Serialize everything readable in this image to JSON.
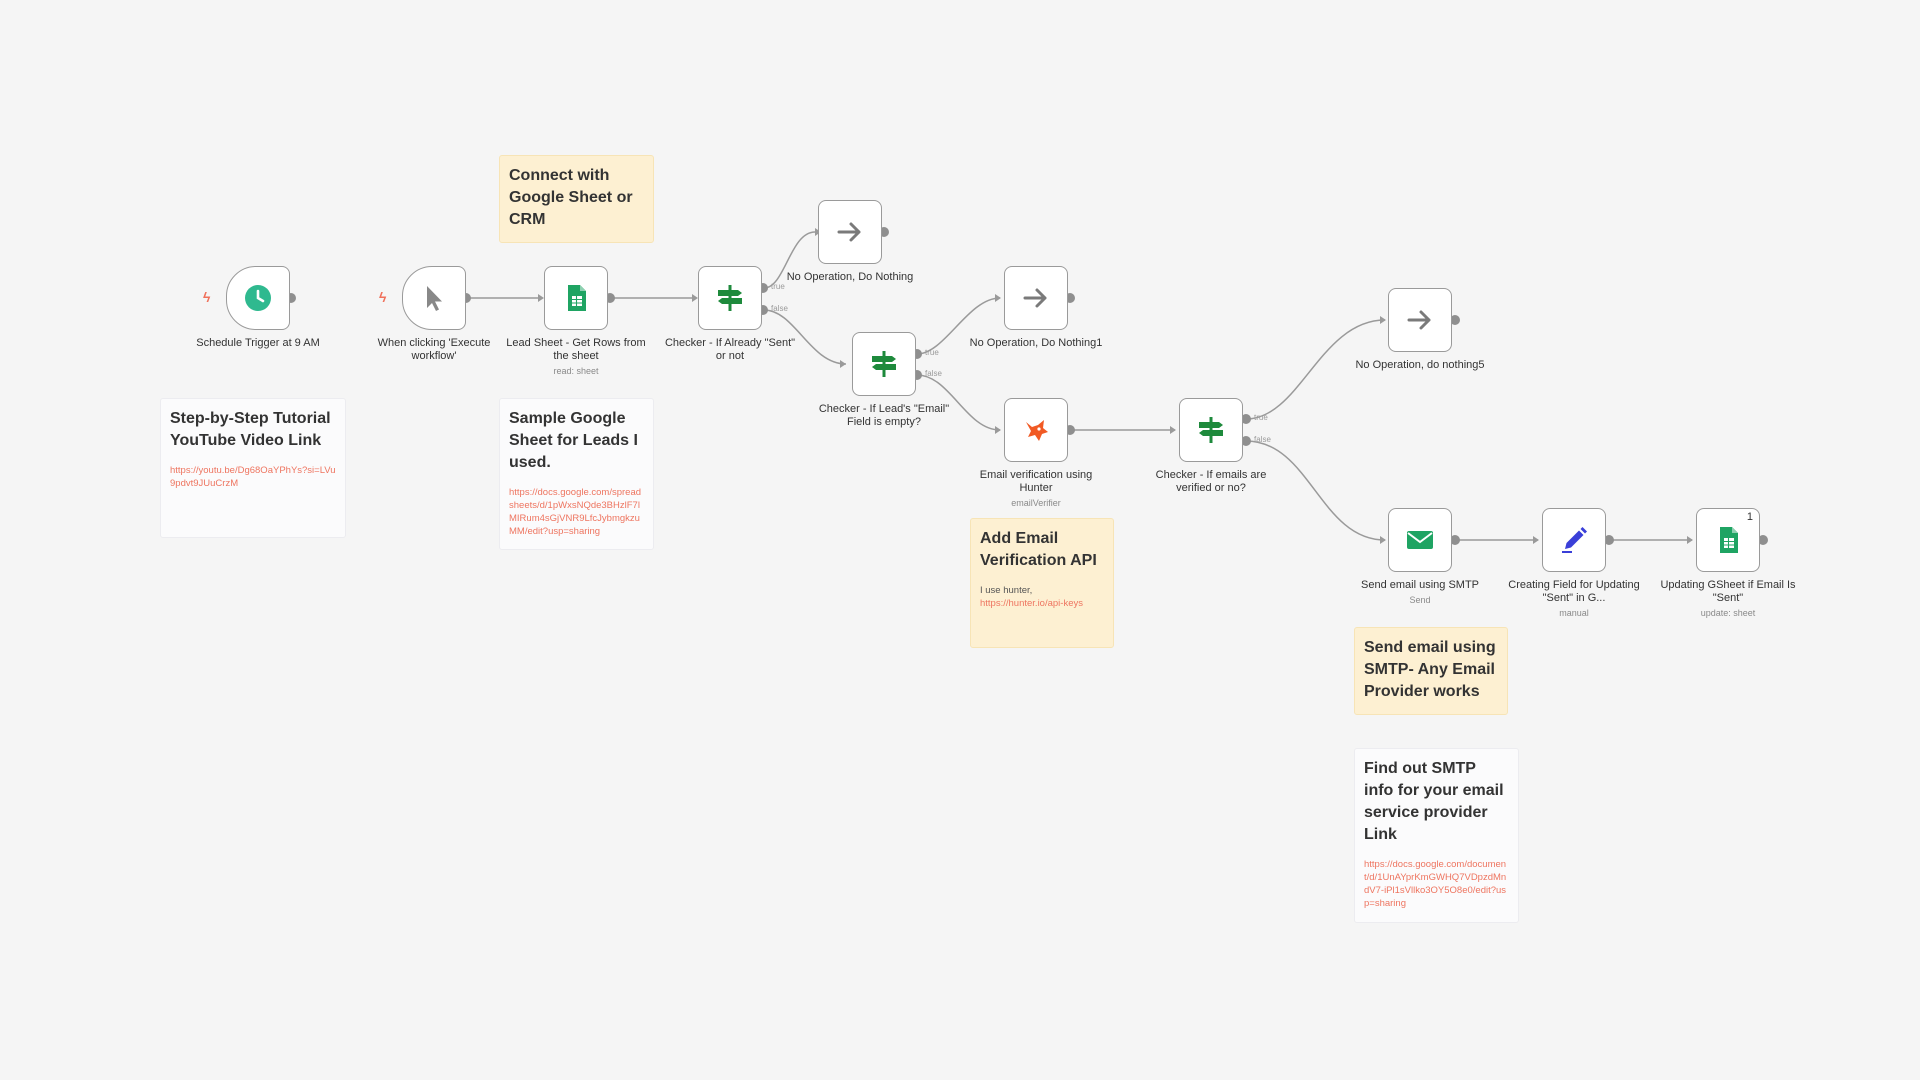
{
  "canvas": {
    "background": "#f5f5f5",
    "wire_color": "#9a9a9a"
  },
  "nodes": {
    "schedule": {
      "label": "Schedule Trigger at 9 AM",
      "icon": "clock-icon"
    },
    "manual": {
      "label": "When clicking 'Execute workflow'",
      "icon": "cursor-icon"
    },
    "lead_sheet": {
      "label": "Lead Sheet - Get Rows from the sheet",
      "subtitle": "read: sheet",
      "icon": "google-sheets-icon"
    },
    "checker_sent": {
      "label": "Checker - If Already \"Sent\" or not",
      "icon": "if-signpost-icon"
    },
    "noop1": {
      "label": "No Operation, Do Nothing",
      "icon": "arrow-right-icon"
    },
    "checker_email": {
      "label": "Checker - If Lead's \"Email\" Field is empty?",
      "icon": "if-signpost-icon"
    },
    "noop2": {
      "label": "No Operation, Do Nothing1",
      "icon": "arrow-right-icon"
    },
    "hunter": {
      "label": "Email verification using Hunter",
      "subtitle": "emailVerifier",
      "icon": "hunter-fox-icon"
    },
    "checker_verified": {
      "label": "Checker - If emails are verified or no?",
      "icon": "if-signpost-icon"
    },
    "noop3": {
      "label": "No Operation, do nothing5",
      "icon": "arrow-right-icon"
    },
    "smtp": {
      "label": "Send email using SMTP",
      "subtitle": "Send",
      "icon": "envelope-icon"
    },
    "set_field": {
      "label": "Creating Field for Updating \"Sent\" in G...",
      "subtitle": "manual",
      "icon": "pencil-icon"
    },
    "update_sheet": {
      "label": "Updating GSheet if Email Is \"Sent\"",
      "subtitle": "update: sheet",
      "icon": "google-sheets-icon",
      "badge": "1"
    }
  },
  "ports": {
    "true_label": "true",
    "false_label": "false"
  },
  "stickies": {
    "tutorial": {
      "title": "Step-by-Step Tutorial YouTube Video Link",
      "link": "https://youtu.be/Dg68OaYPhYs?si=LVu9pdvt9JUuCrzM"
    },
    "connect": {
      "title": "Connect with Google Sheet or CRM"
    },
    "sample": {
      "title": "Sample Google Sheet for Leads I used.",
      "link": "https://docs.google.com/spreadsheets/d/1pWxsNQde3BHzlF7lMIRum4sGjVNR9LfcJybmgkzuMM/edit?usp=sharing"
    },
    "email_api": {
      "title": "Add Email Verification API",
      "note": "I use hunter,",
      "link": "https://hunter.io/api-keys"
    },
    "smtp_note": {
      "title": "Send email using SMTP- Any Email Provider works"
    },
    "smtp_info": {
      "title": "Find out SMTP info for your email service provider Link",
      "link": "https://docs.google.com/document/d/1UnAYprKmGWHQ7VDpzdMndV7-iPl1sVllko3OY5O8e0/edit?usp=sharing"
    }
  },
  "colors": {
    "accent_link": "#ee7560",
    "sticky_yellow": "#fdf0d2",
    "sheets_green": "#1fa463",
    "if_green": "#1e8a3c",
    "clock_teal": "#2fb98f",
    "hunter_orange": "#f15a24",
    "pencil_blue": "#3a3fd8"
  }
}
